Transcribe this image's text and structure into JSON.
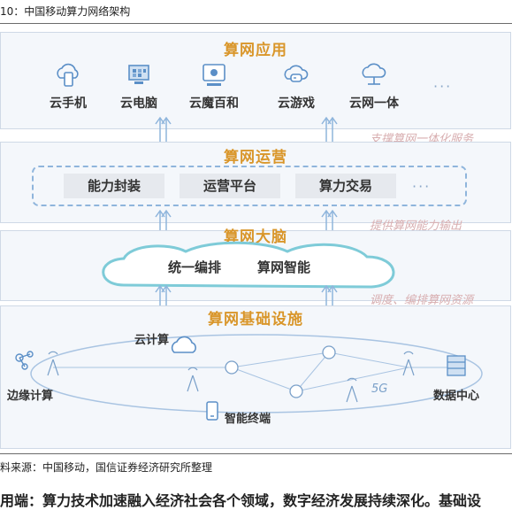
{
  "figure": {
    "title": "10：中国移动算力网络架构",
    "source": "料来源：中国移动，国信证券经济研究所整理"
  },
  "layers": {
    "app": {
      "title": "算网应用",
      "items": [
        {
          "label": "云手机",
          "icon": "cloud-phone-icon"
        },
        {
          "label": "云电脑",
          "icon": "cloud-computer-icon"
        },
        {
          "label": "云魔百和",
          "icon": "tv-box-icon"
        },
        {
          "label": "云游戏",
          "icon": "gamepad-icon"
        },
        {
          "label": "云网一体",
          "icon": "cloud-network-icon"
        }
      ],
      "more": "···"
    },
    "ops": {
      "title": "算网运营",
      "items": [
        "能力封装",
        "运营平台",
        "算力交易"
      ],
      "more": "···"
    },
    "brain": {
      "title": "算网大脑",
      "items": [
        "统一编排",
        "算网智能"
      ]
    },
    "infra": {
      "title": "算网基础设施",
      "nodes": {
        "cloud": "云计算",
        "edge": "边缘计算",
        "dc": "数据中心",
        "terminal": "智能终端",
        "fiveg": "5G"
      }
    }
  },
  "notes": {
    "support": "支撑算网一体化服务",
    "provide": "提供算网能力输出",
    "schedule": "调度、编排算网资源"
  },
  "bottom_text": "用端：算力技术加速融入经济社会各个领域，数字经济发展持续深化。基础设",
  "colors": {
    "title_gold": "#d9962a",
    "accent_blue": "#8fb5dc",
    "note_pink": "#d8aeb0"
  }
}
